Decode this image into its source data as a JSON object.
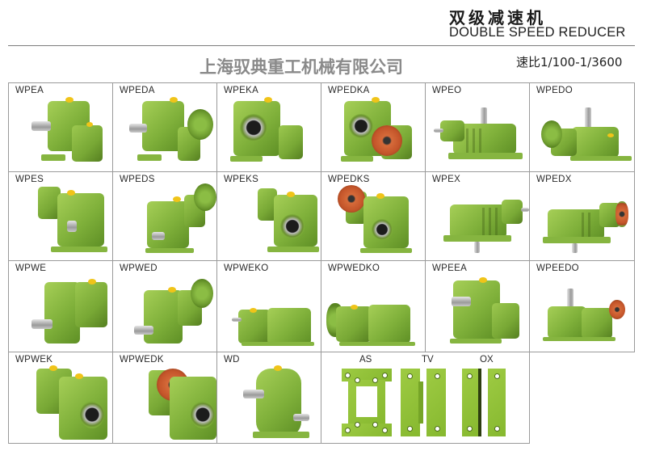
{
  "header": {
    "title_cn": "双级减速机",
    "title_en": "DOUBLE SPEED REDUCER",
    "company": "上海驭典重工机械有限公司",
    "ratio": "速比1/100-1/3600"
  },
  "colors": {
    "product_green": "#7fb03a",
    "cap_yellow": "#f0c419",
    "flange_orange": "#c4552a",
    "grid_border": "#9a9a9a",
    "company_gray": "#8a8a8a"
  },
  "grid": {
    "rows": [
      [
        "WPEA",
        "WPEDA",
        "WPEKA",
        "WPEDKA",
        "WPEO",
        "WPEDO"
      ],
      [
        "WPES",
        "WPEDS",
        "WPEKS",
        "WPEDKS",
        "WPEX",
        "WPEDX"
      ],
      [
        "WPWE",
        "WPWED",
        "WPWEKO",
        "WPWEDKO",
        "WPEEA",
        "WPEEDO"
      ],
      [
        "WPWEK",
        "WPWEDK",
        "WD"
      ]
    ],
    "accessories": {
      "labels": [
        "AS",
        "TV",
        "OX"
      ]
    }
  }
}
